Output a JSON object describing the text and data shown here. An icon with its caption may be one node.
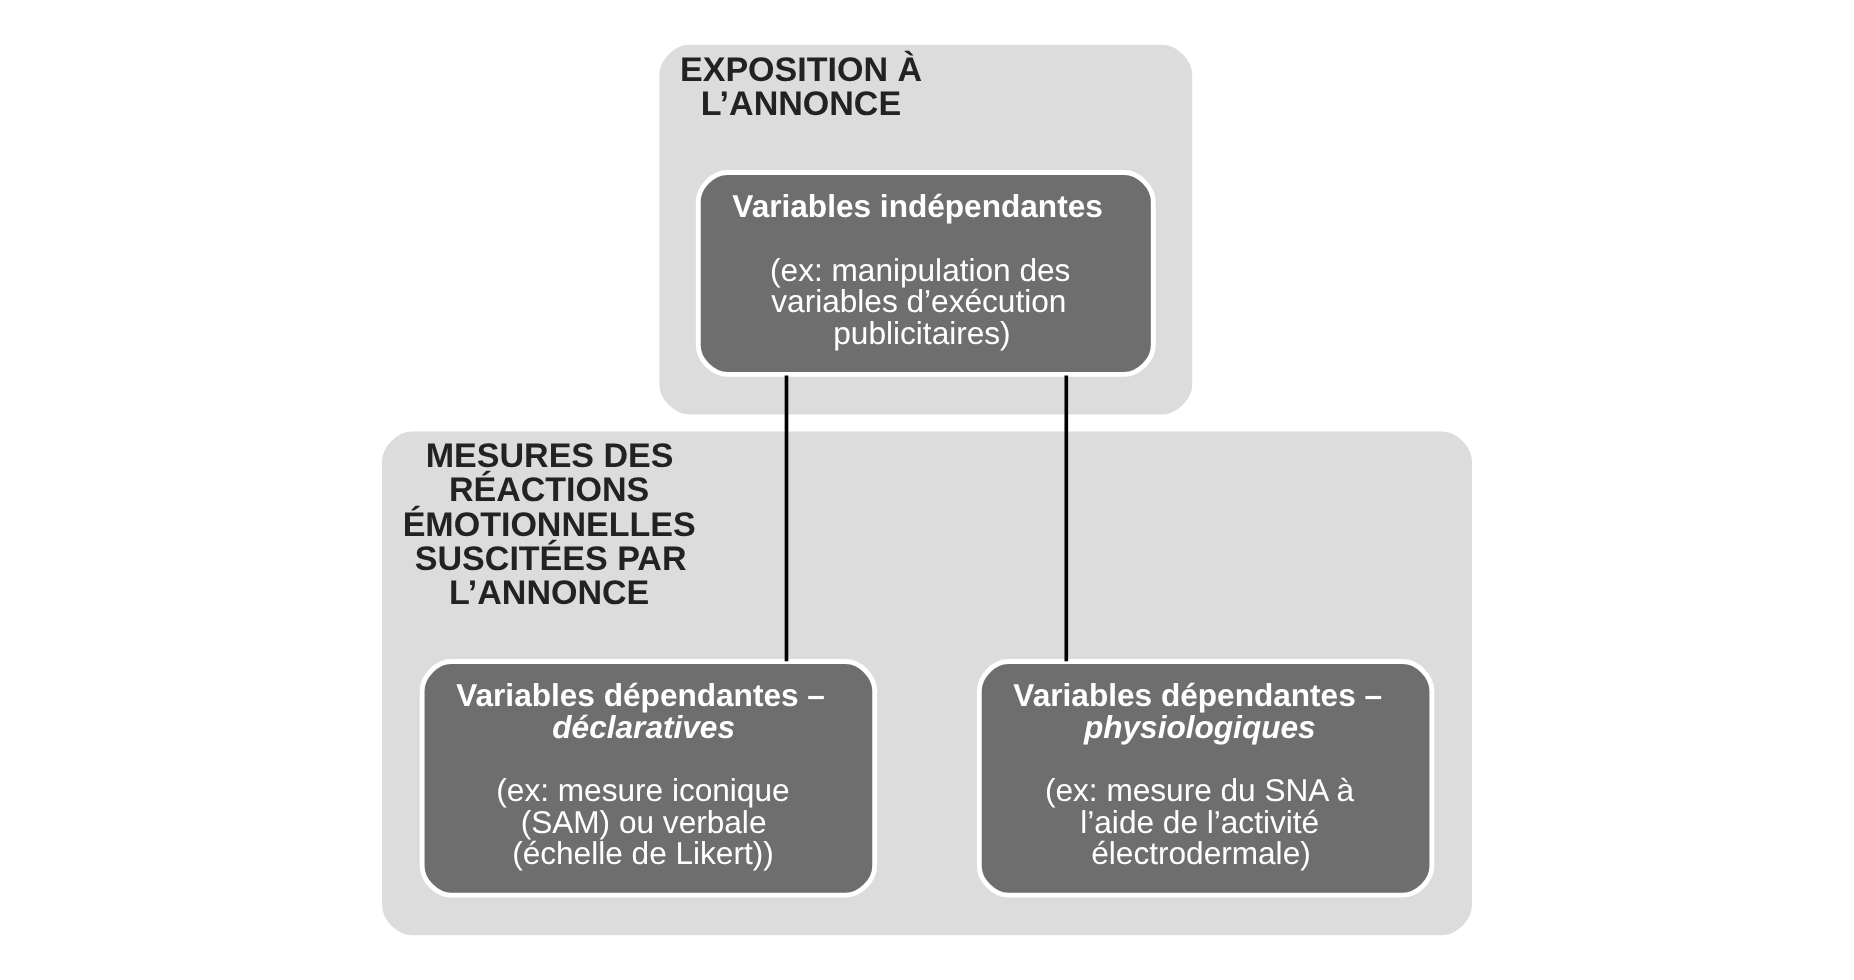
{
  "diagram": {
    "nodes": [
      {
        "text": [
          "EXPOSITION À L’ANNONCE"
        ]
      },
      {
        "text": [
          "Variables indépendantes",
          "(ex: manipulation des variables d’exécution publicitaires)"
        ],
        "in": 0
      },
      {
        "text": [
          "MESURES DES RÉACTIONS ÉMOTIONNELLES SUSCITÉES PAR L’ANNONCE"
        ]
      },
      {
        "text": [
          "Variables dépendantes – *physiologiques*",
          "(ex: mesure du SNA à l’aide de l’activité électrodermale)"
        ],
        "in": 2
      },
      {
        "text": [
          "Variables dépendantes – *déclaratives*",
          "(ex: mesure iconique (SAM) ou verbale (échelle de Likert))"
        ],
        "in": 2
      }
    ],
    "edges": [
      {
        "from": 1,
        "to": 3,
        "arrow": "none"
      },
      {
        "from": 1,
        "to": 4,
        "arrow": "none"
      }
    ]
  }
}
